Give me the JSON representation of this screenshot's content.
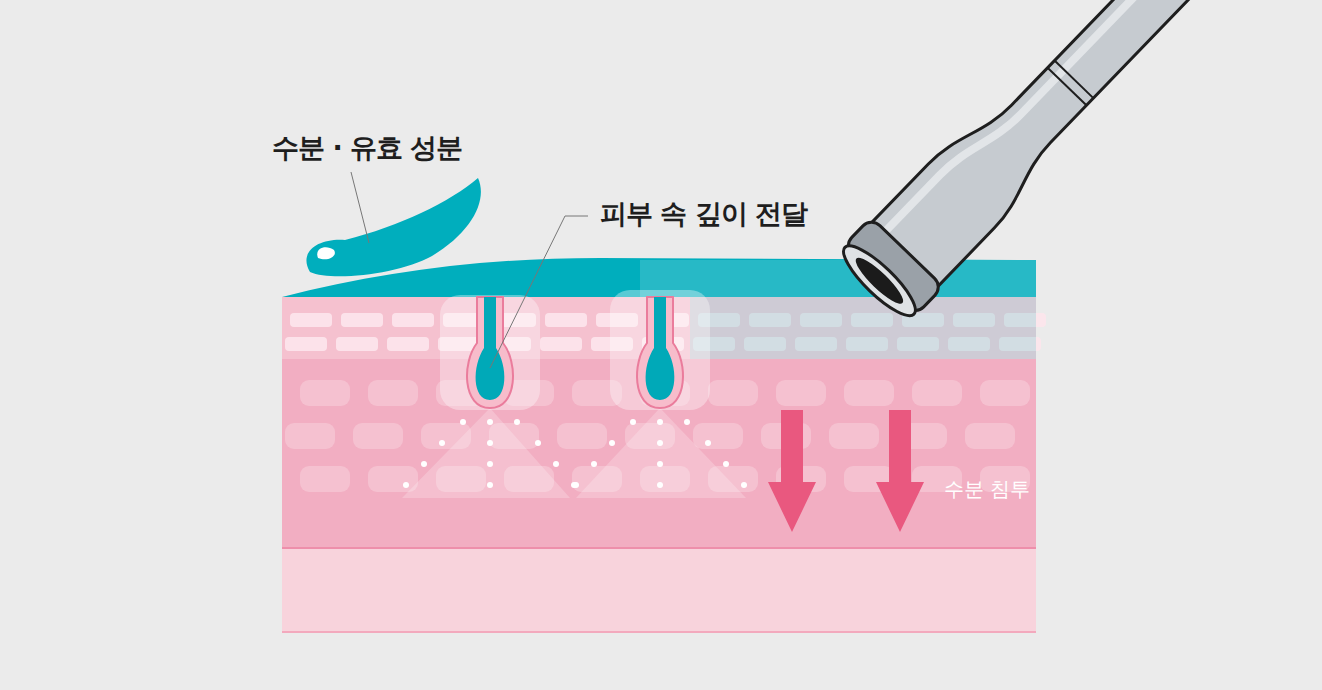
{
  "diagram": {
    "labels": [
      "수분 · 유효 성분",
      "피부 속 깊이 전달",
      "수분 침투"
    ]
  }
}
